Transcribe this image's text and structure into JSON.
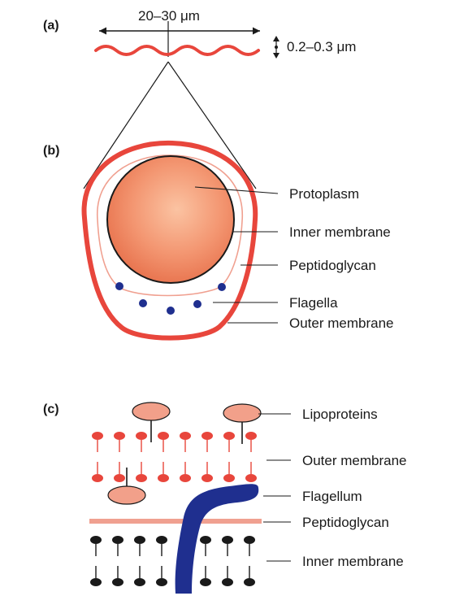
{
  "panels": {
    "a": {
      "label": "(a)",
      "length_label": "20–30 μm",
      "width_label": "0.2–0.3 μm"
    },
    "b": {
      "label": "(b)",
      "labels": {
        "protoplasm": "Protoplasm",
        "inner_membrane": "Inner membrane",
        "peptidoglycan": "Peptidoglycan",
        "flagella": "Flagella",
        "outer_membrane": "Outer membrane"
      }
    },
    "c": {
      "label": "(c)",
      "labels": {
        "lipoproteins": "Lipoproteins",
        "outer_membrane": "Outer membrane",
        "flagellum": "Flagellum",
        "peptidoglycan": "Peptidoglycan",
        "inner_membrane": "Inner membrane"
      }
    }
  },
  "colors": {
    "outer_membrane": "#e8463c",
    "peptidoglycan": "#f0a090",
    "protoplasm": "#f08a60",
    "flagella": "#1f2f8f",
    "lipoprotein": "#f2a08a",
    "inner_membrane": "#1a1a1a"
  }
}
